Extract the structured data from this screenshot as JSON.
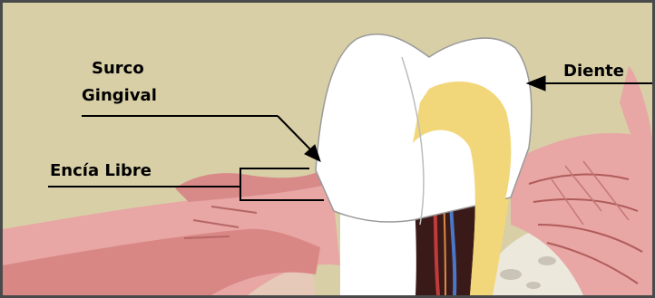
{
  "labels": {
    "surco_line1": "Surco",
    "surco_line2": "Gingival",
    "encia": "Encía Libre",
    "diente": "Diente"
  },
  "colors": {
    "background": "#d8cfa7",
    "gum": "#e8a6a4",
    "enamel": "#ffffff",
    "dentin": "#f2d77a",
    "pulp": "#3a1a18",
    "bone": "#ece8dc",
    "lines": "#000000"
  }
}
